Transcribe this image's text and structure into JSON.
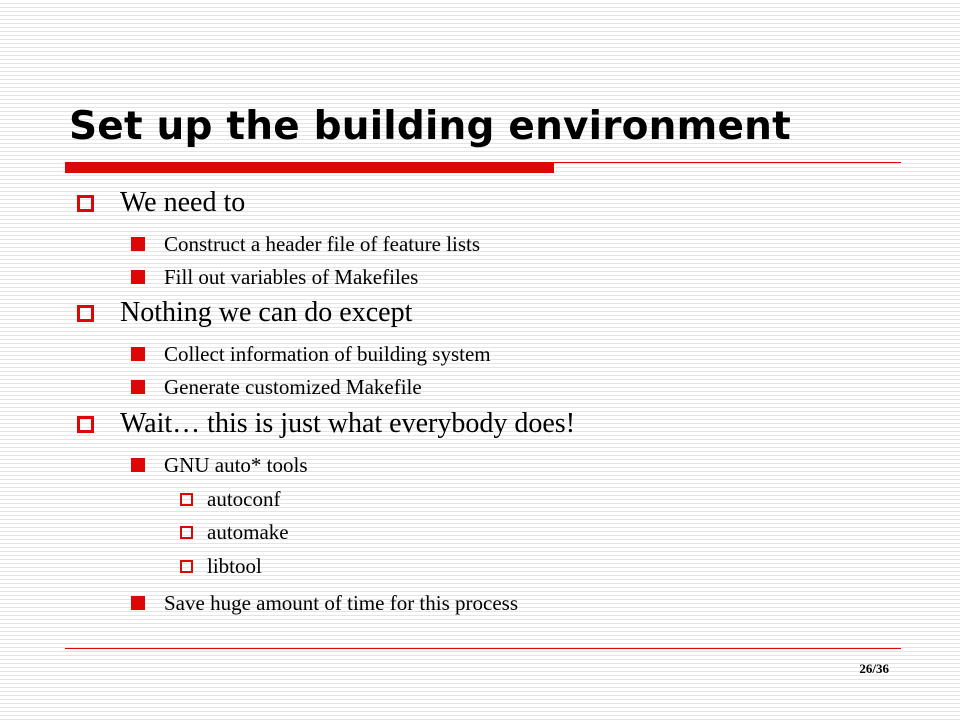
{
  "colors": {
    "accent": "#dd0806",
    "text": "#000000",
    "background_stripe": "#e4e4e4"
  },
  "slide": {
    "title": "Set up the building environment",
    "page_number": "26/36",
    "bullets": [
      {
        "level": 1,
        "icon": "hollow-square-bullet-icon",
        "text": "We need to",
        "children": [
          {
            "level": 2,
            "icon": "filled-square-bullet-icon",
            "text": "Construct a header file of feature lists"
          },
          {
            "level": 2,
            "icon": "filled-square-bullet-icon",
            "text": "Fill out variables of Makefiles"
          }
        ]
      },
      {
        "level": 1,
        "icon": "hollow-square-bullet-icon",
        "text": "Nothing we can do except",
        "children": [
          {
            "level": 2,
            "icon": "filled-square-bullet-icon",
            "text": "Collect information of building system"
          },
          {
            "level": 2,
            "icon": "filled-square-bullet-icon",
            "text": "Generate customized Makefile"
          }
        ]
      },
      {
        "level": 1,
        "icon": "hollow-square-bullet-icon",
        "text": "Wait… this is just what everybody does!",
        "children": [
          {
            "level": 2,
            "icon": "filled-square-bullet-icon",
            "text": "GNU auto* tools",
            "children": [
              {
                "level": 3,
                "icon": "hollow-square-bullet-icon",
                "text": "autoconf"
              },
              {
                "level": 3,
                "icon": "hollow-square-bullet-icon",
                "text": "automake"
              },
              {
                "level": 3,
                "icon": "hollow-square-bullet-icon",
                "text": "libtool"
              }
            ]
          },
          {
            "level": 2,
            "icon": "filled-square-bullet-icon",
            "text": "Save huge amount of time for this process"
          }
        ]
      }
    ]
  }
}
